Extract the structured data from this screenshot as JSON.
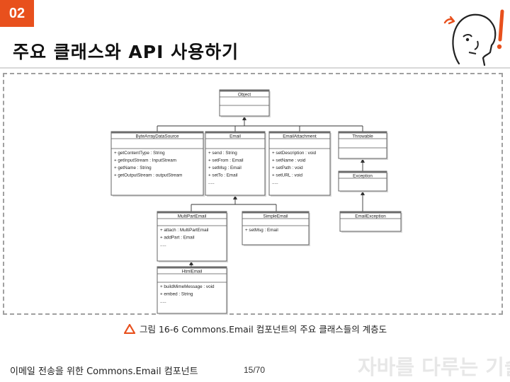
{
  "header": {
    "section_number": "02",
    "title": "주요 클래스와 API 사용하기"
  },
  "diagram": {
    "classes": [
      {
        "id": "object",
        "name": "Object",
        "members": []
      },
      {
        "id": "bytearray",
        "name": "ByteArrayDataSource",
        "members": [
          "+ getContentType : String",
          "+ getInputStream : InputStream",
          "+ getName : String",
          "+ getOutputStream : outputStream"
        ]
      },
      {
        "id": "email",
        "name": "Email",
        "members": [
          "+ send : String",
          "+ setFrom : Email",
          "+ setMsg : Email",
          "+ setTo : Email",
          "....."
        ]
      },
      {
        "id": "attachment",
        "name": "EmailAttachment",
        "members": [
          "+ setDescription : void",
          "+ setName : void",
          "+ setPath : void",
          "+ setURL : void",
          "....."
        ]
      },
      {
        "id": "throwable",
        "name": "Throwable",
        "members": []
      },
      {
        "id": "exception",
        "name": "Exception",
        "members": []
      },
      {
        "id": "multipart",
        "name": "MultiPartEmail",
        "members": [
          "+ attach : MultiPartEmail",
          "+ addPart : Email",
          "....."
        ]
      },
      {
        "id": "simple",
        "name": "SimpleEmail",
        "members": [
          "+ setMsg : Email"
        ]
      },
      {
        "id": "emailexception",
        "name": "EmailException",
        "members": []
      },
      {
        "id": "html",
        "name": "HtmlEmail",
        "members": [
          "+ buildMimeMessage : void",
          "+ embed : String",
          "....."
        ]
      }
    ]
  },
  "caption": {
    "text": "그림 16-6 Commons.Email 컴포넌트의 주요 클래스들의 계층도"
  },
  "footer": {
    "left_text": "이메일 전송을 위한 Commons.Email 컴포넌트",
    "page": "15/70",
    "watermark": "자바를 다루는 기술"
  },
  "colors": {
    "accent": "#e8501d",
    "box_border": "#555555",
    "header_band": "#6b6b6b"
  },
  "icons": {
    "mascot": "thinking-face-icon",
    "caption_marker": "warning-triangle-icon"
  }
}
